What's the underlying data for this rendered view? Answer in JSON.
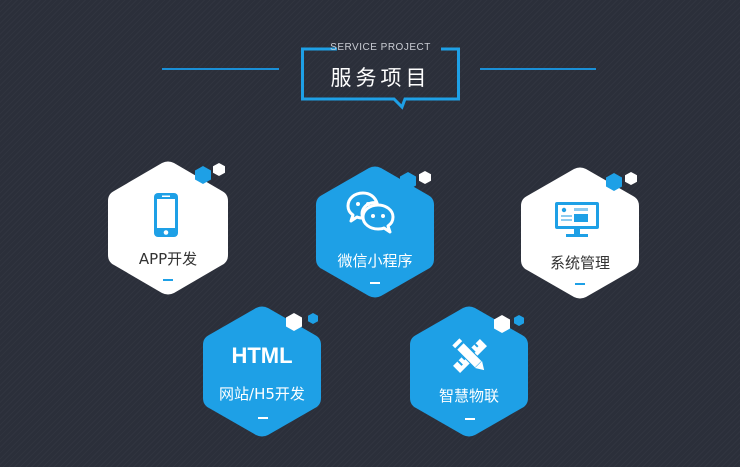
{
  "header": {
    "subtitle_en": "SERVICE PROJECT",
    "title_cn": "服务项目"
  },
  "colors": {
    "background": "#2b2f3a",
    "accent_blue": "#1ea0e6",
    "line_blue": "#1a8fd6",
    "white": "#ffffff",
    "dark_text": "#333333"
  },
  "services": [
    {
      "label": "APP开发",
      "icon": "smartphone-icon",
      "style": "white"
    },
    {
      "label": "微信小程序",
      "icon": "wechat-icon",
      "style": "blue"
    },
    {
      "label": "系统管理",
      "icon": "monitor-icon",
      "style": "white"
    },
    {
      "label": "网站/H5开发",
      "heading": "HTML",
      "icon": "none",
      "style": "blue"
    },
    {
      "label": "智慧物联",
      "icon": "pencil-ruler-icon",
      "style": "blue"
    }
  ],
  "dash": "—"
}
